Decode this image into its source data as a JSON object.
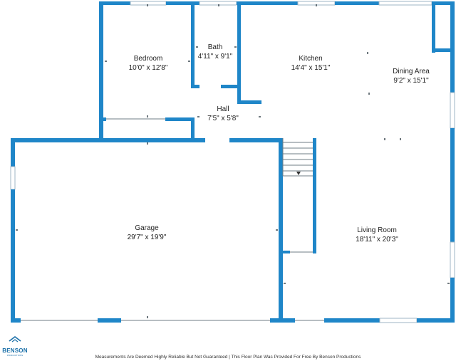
{
  "rooms": {
    "bedroom": {
      "name": "Bedroom",
      "dims": "10'0\" x 12'8\""
    },
    "bath": {
      "name": "Bath",
      "dims": "4'11\" x 9'1\""
    },
    "kitchen": {
      "name": "Kitchen",
      "dims": "14'4\" x 15'1\""
    },
    "dining": {
      "name": "Dining Area",
      "dims": "9'2\" x 15'1\""
    },
    "hall": {
      "name": "Hall",
      "dims": "7'5\" x 5'8\""
    },
    "garage": {
      "name": "Garage",
      "dims": "29'7\" x 19'9\""
    },
    "living": {
      "name": "Living Room",
      "dims": "18'11\" x 20'3\""
    }
  },
  "brand": {
    "name": "BENSON",
    "sub": "PRODUCTIONS"
  },
  "footer": "Measurements Are Deemed Highly Reliable But Not Guaranteed | This Floor Plan Was Provided For Free By Benson Productions",
  "colors": {
    "wall": "#1f86c8",
    "brand": "#1a6fa8"
  }
}
